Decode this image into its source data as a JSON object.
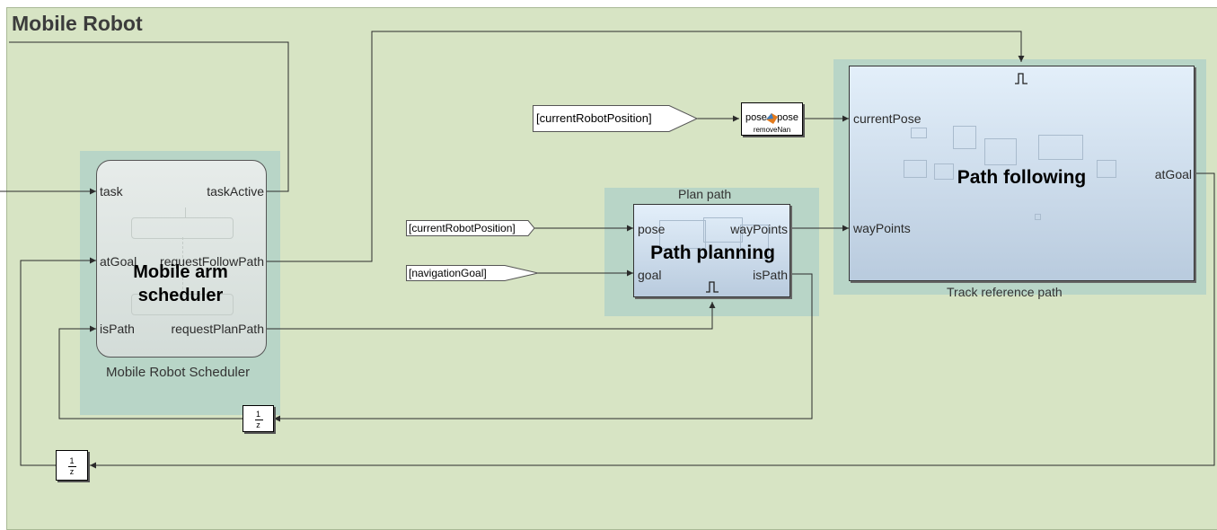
{
  "model": {
    "title": "Mobile Robot"
  },
  "blocks": {
    "scheduler": {
      "inner_label": "Mobile arm scheduler",
      "caption": "Mobile Robot Scheduler",
      "in_ports": [
        "task",
        "atGoal",
        "isPath"
      ],
      "out_ports": [
        "taskActive",
        "requestFollowPath",
        "requestPlanPath"
      ]
    },
    "path_planning": {
      "inner_label": "Path planning",
      "caption": "Plan path",
      "in_ports": [
        "pose",
        "goal"
      ],
      "out_ports": [
        "wayPoints",
        "isPath"
      ]
    },
    "path_following": {
      "inner_label": "Path following",
      "caption": "Track reference path",
      "in_ports": [
        "currentPose",
        "wayPoints"
      ],
      "out_ports": [
        "atGoal"
      ]
    },
    "remove_nan": {
      "in_port": "pose",
      "out_port": "pose",
      "caption": "removeNan",
      "icon": "matlab-function-icon"
    },
    "unit_delay_1": {
      "numerator": "1",
      "denominator": "z"
    },
    "unit_delay_2": {
      "numerator": "1",
      "denominator": "z"
    }
  },
  "from_tags": {
    "current_pose_top": "[currentRobotPosition]",
    "current_pose_mid": "[currentRobotPosition]",
    "navigation_goal": "[navigationGoal]"
  },
  "icons": {
    "trigger": "trigger-port-icon"
  },
  "colors": {
    "area_background": "#d7e4c4",
    "block_halo": "#b8d5c7",
    "line": "#2b2b2b",
    "subsystem_gradient_top": "#e3effa",
    "subsystem_gradient_bottom": "#b9cbde"
  }
}
